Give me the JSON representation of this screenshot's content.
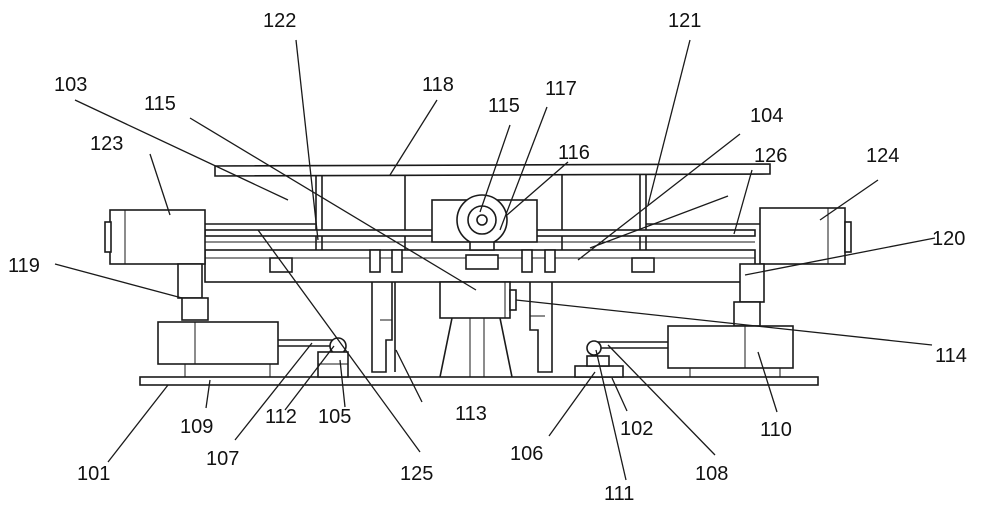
{
  "diagram": {
    "labels": [
      {
        "id": "lbl-101",
        "text": "101"
      },
      {
        "id": "lbl-102",
        "text": "102"
      },
      {
        "id": "lbl-103",
        "text": "103"
      },
      {
        "id": "lbl-104",
        "text": "104"
      },
      {
        "id": "lbl-105",
        "text": "105"
      },
      {
        "id": "lbl-106",
        "text": "106"
      },
      {
        "id": "lbl-107",
        "text": "107"
      },
      {
        "id": "lbl-108",
        "text": "108"
      },
      {
        "id": "lbl-109",
        "text": "109"
      },
      {
        "id": "lbl-110",
        "text": "110"
      },
      {
        "id": "lbl-111",
        "text": "111"
      },
      {
        "id": "lbl-112",
        "text": "112"
      },
      {
        "id": "lbl-113",
        "text": "113"
      },
      {
        "id": "lbl-114",
        "text": "114"
      },
      {
        "id": "lbl-115a",
        "text": "115"
      },
      {
        "id": "lbl-115b",
        "text": "115"
      },
      {
        "id": "lbl-116",
        "text": "116"
      },
      {
        "id": "lbl-117",
        "text": "117"
      },
      {
        "id": "lbl-118",
        "text": "118"
      },
      {
        "id": "lbl-119",
        "text": "119"
      },
      {
        "id": "lbl-120",
        "text": "120"
      },
      {
        "id": "lbl-121",
        "text": "121"
      },
      {
        "id": "lbl-122",
        "text": "122"
      },
      {
        "id": "lbl-123",
        "text": "123"
      },
      {
        "id": "lbl-124",
        "text": "124"
      },
      {
        "id": "lbl-125",
        "text": "125"
      },
      {
        "id": "lbl-126",
        "text": "126"
      }
    ]
  }
}
